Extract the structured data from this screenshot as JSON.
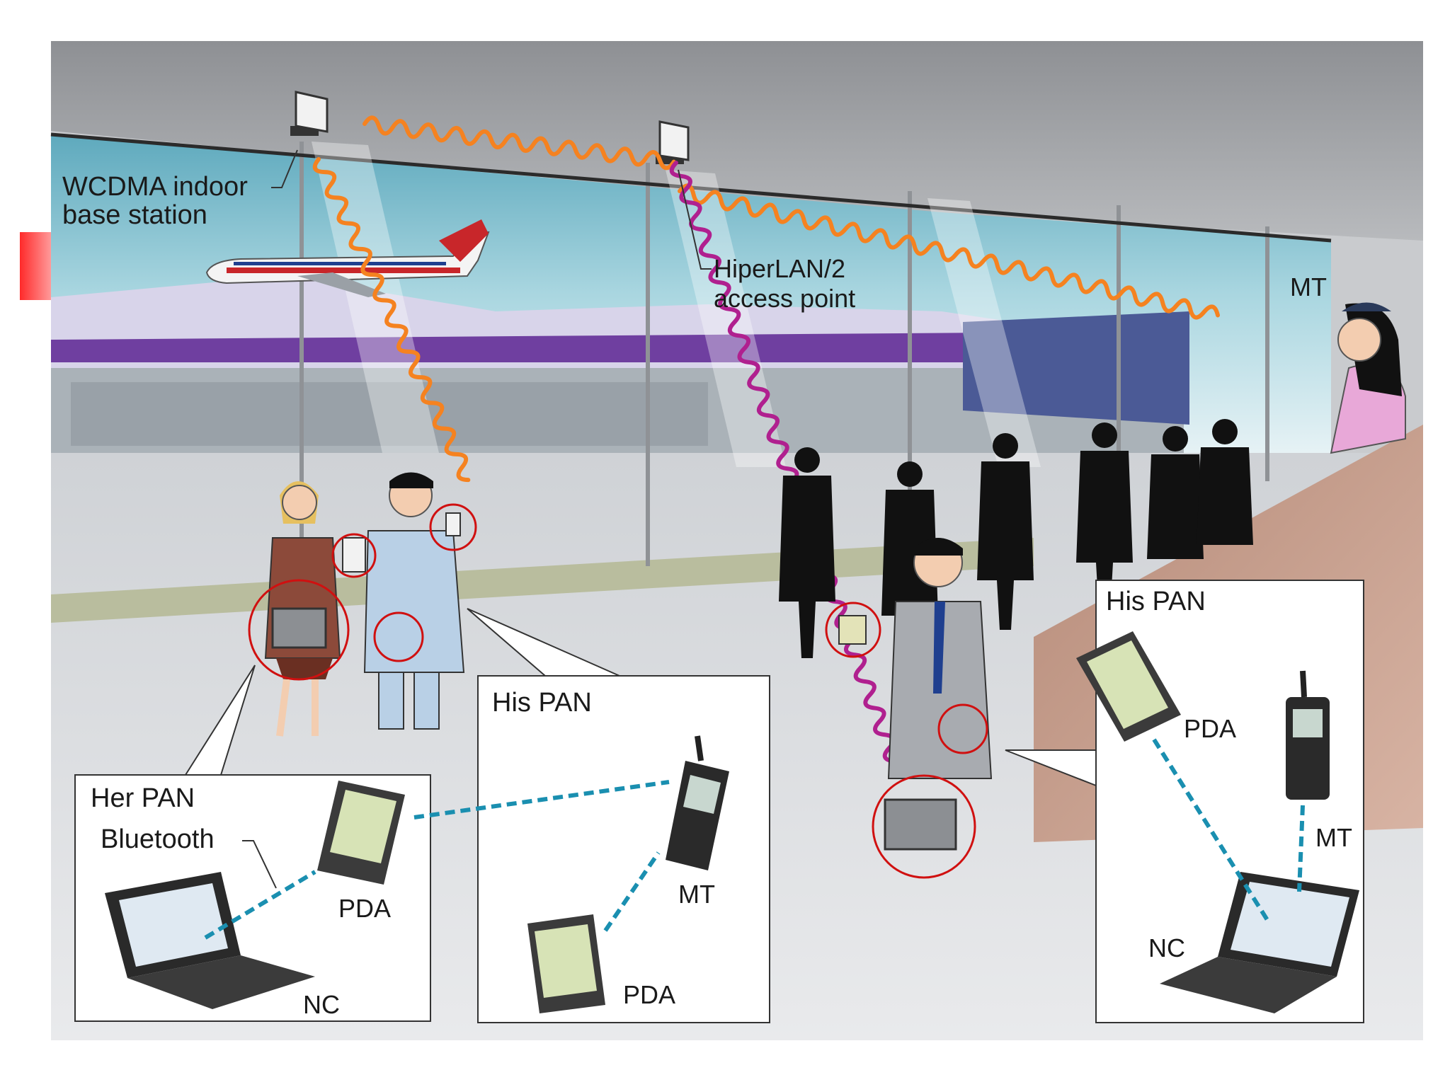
{
  "labels": {
    "wcdma_line1": "WCDMA indoor",
    "wcdma_line2": "base station",
    "hiperlan_line1": "HiperLAN/2",
    "hiperlan_line2": "access point",
    "mt_far": "MT"
  },
  "her_pan": {
    "title": "Her PAN",
    "bluetooth": "Bluetooth",
    "pda": "PDA",
    "nc": "NC"
  },
  "his_pan_center": {
    "title": "His PAN",
    "mt": "MT",
    "pda": "PDA"
  },
  "his_pan_right": {
    "title": "His PAN",
    "pda": "PDA",
    "mt": "MT",
    "nc": "NC"
  },
  "colors": {
    "wcdma_wave": "#f58220",
    "hiperlan_wave": "#b0208f",
    "bluetooth_link": "#1a8fb0",
    "highlight_circle": "#d01010",
    "sky_top": "#6fb6c8",
    "carpet": "#6f3fa0"
  }
}
